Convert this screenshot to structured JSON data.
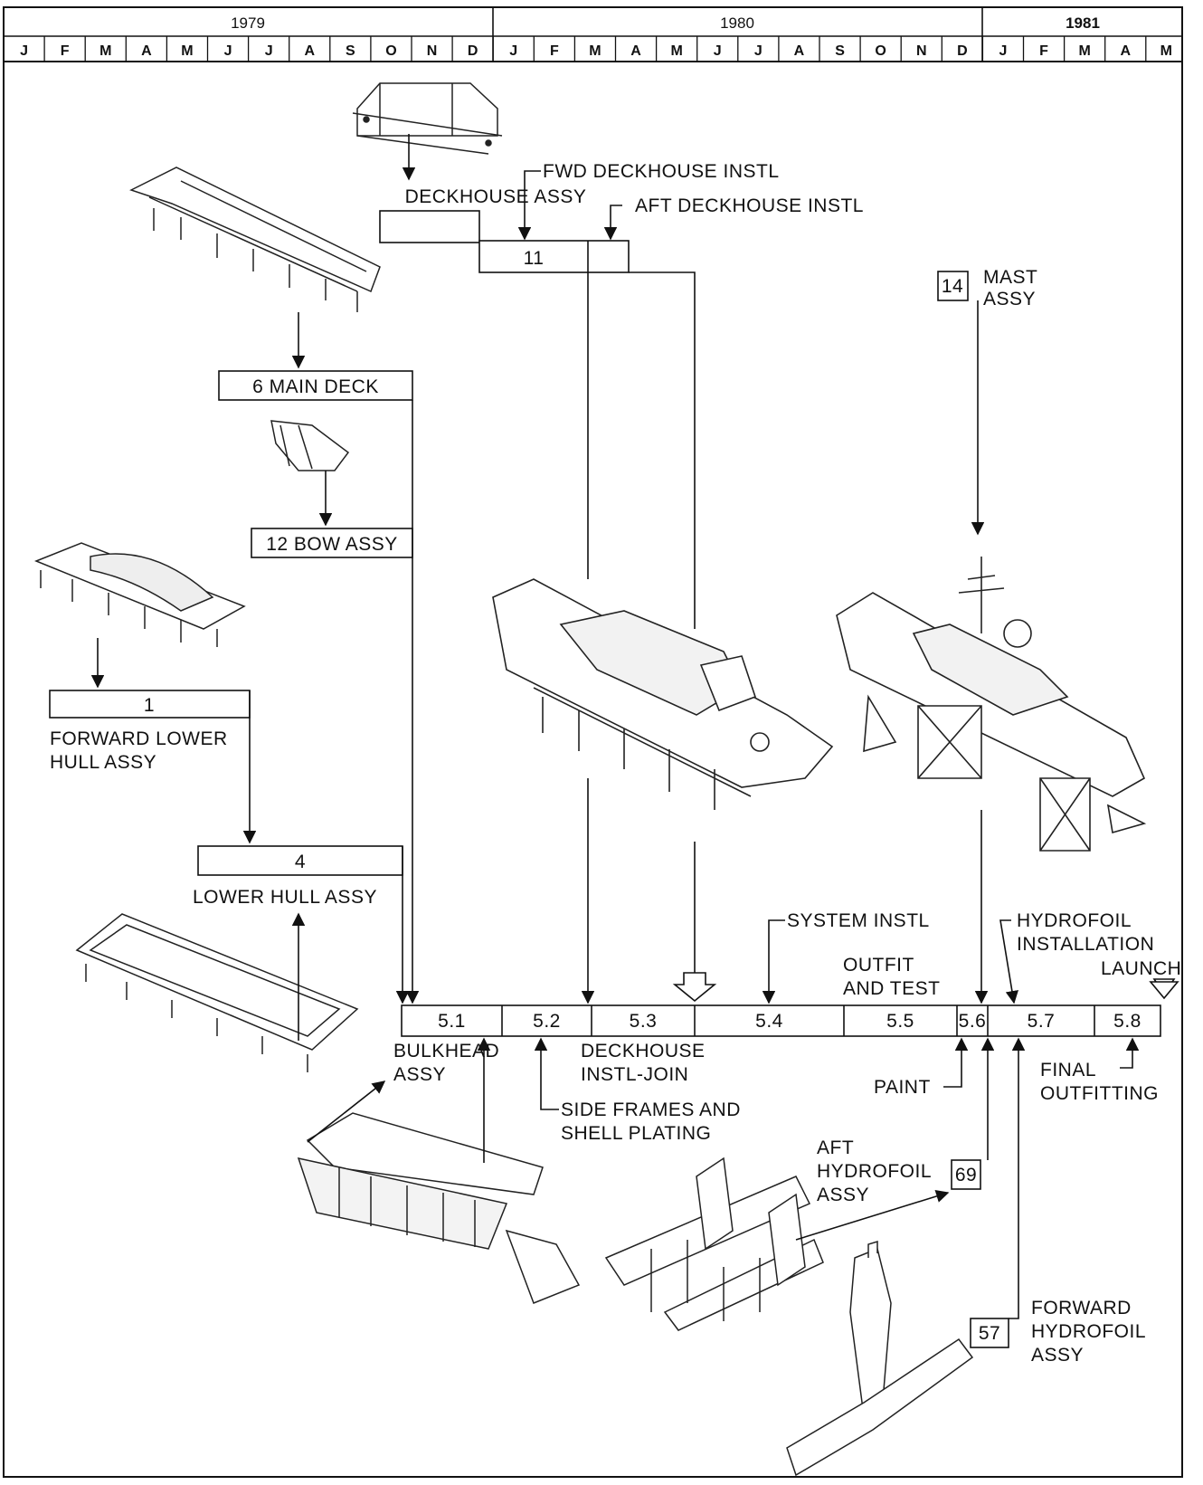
{
  "timeline": {
    "years": [
      "1979",
      "1980",
      "1981"
    ],
    "months_1979": [
      "J",
      "F",
      "M",
      "A",
      "M",
      "J",
      "J",
      "A",
      "S",
      "O",
      "N",
      "D"
    ],
    "months_1980": [
      "J",
      "F",
      "M",
      "A",
      "M",
      "J",
      "J",
      "A",
      "S",
      "O",
      "N",
      "D"
    ],
    "months_1981": [
      "J",
      "F",
      "M",
      "A",
      "M"
    ]
  },
  "labels": {
    "deckhouse_assy": "DECKHOUSE ASSY",
    "fwd_deckhouse_instl": "FWD DECKHOUSE INSTL",
    "aft_deckhouse_instl": "AFT DECKHOUSE INSTL",
    "box_11": "11",
    "box_14": "14",
    "mast_assy_1": "MAST",
    "mast_assy_2": "ASSY",
    "main_deck": "6  MAIN DECK",
    "bow_assy": "12 BOW ASSY",
    "box_1": "1",
    "fwd_lower_hull_1": "FORWARD LOWER",
    "fwd_lower_hull_2": "HULL ASSY",
    "box_4": "4",
    "lower_hull_assy": "LOWER HULL ASSY",
    "system_instl": "SYSTEM INSTL",
    "hydrofoil_instl_1": "HYDROFOIL",
    "hydrofoil_instl_2": "INSTALLATION",
    "outfit_test_1": "OUTFIT",
    "outfit_test_2": "AND TEST",
    "launch": "LAUNCH",
    "bulkhead_1": "BULKHEAD",
    "bulkhead_2": "ASSY",
    "deckhouse_join_1": "DECKHOUSE",
    "deckhouse_join_2": "INSTL-JOIN",
    "side_frames_1": "SIDE FRAMES AND",
    "side_frames_2": "SHELL PLATING",
    "paint": "PAINT",
    "final_outfitting_1": "FINAL",
    "final_outfitting_2": "OUTFITTING",
    "aft_hydrofoil_1": "AFT",
    "aft_hydrofoil_2": "HYDROFOIL",
    "aft_hydrofoil_3": "ASSY",
    "box_69": "69",
    "box_57": "57",
    "fwd_hydrofoil_1": "FORWARD",
    "fwd_hydrofoil_2": "HYDROFOIL",
    "fwd_hydrofoil_3": "ASSY"
  },
  "phases": [
    "5.1",
    "5.2",
    "5.3",
    "5.4",
    "5.5",
    "5.6",
    "5.7",
    "5.8"
  ]
}
